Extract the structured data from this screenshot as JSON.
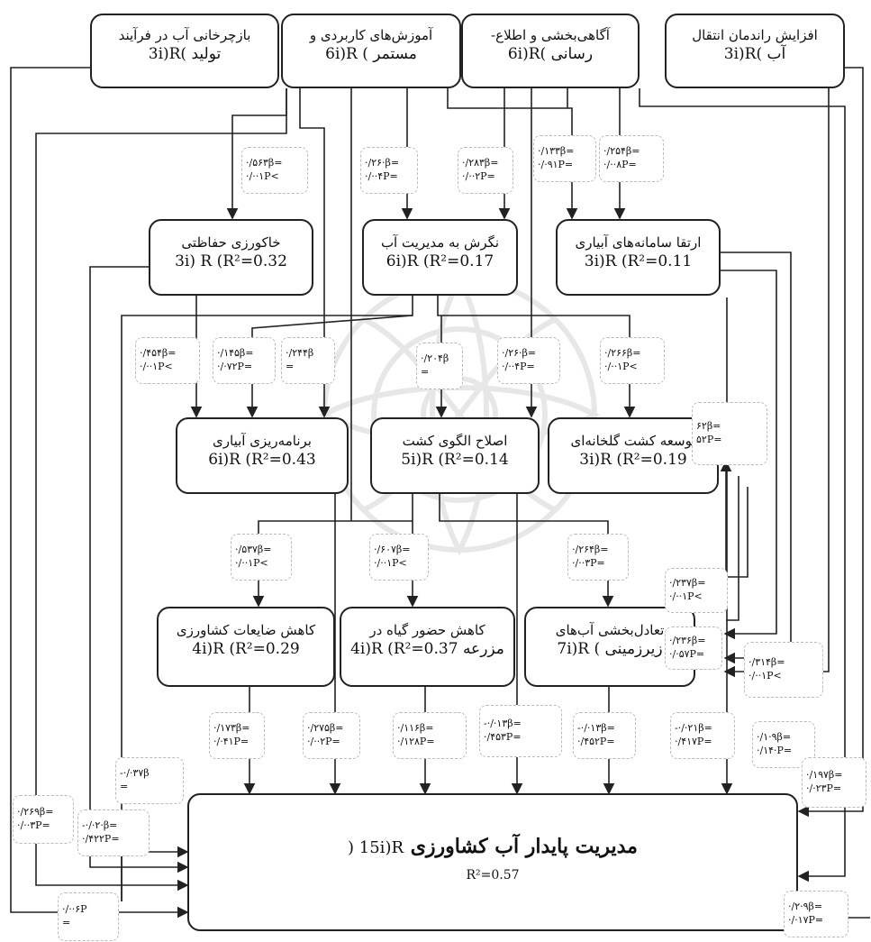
{
  "source_boxes": {
    "recycling": {
      "line1": "بازچرخانی آب در فرآیند",
      "line2": "3i)R( تولید"
    },
    "training": {
      "line1": "آموزش‌های کاربردی و",
      "line2": "6i)R ( مستمر"
    },
    "awareness": {
      "line1": "آگاهی‌بخشی و اطلاع-",
      "line2": "6i)R( رسانی"
    },
    "efficiency": {
      "line1": "افزایش راندمان انتقال",
      "line2": "3i)R( آب"
    }
  },
  "mid_boxes": {
    "conservation": {
      "line1": "خاکورزی حفاظتی",
      "line2": "3i) R (R²=0.32"
    },
    "attitude": {
      "line1": "نگرش به مدیریت آب",
      "line2": "6i)R (R²=0.17"
    },
    "irrigation_systems": {
      "line1": "ارتقا سامانه‌های آبیاری",
      "line2": "3i)R (R²=0.11"
    },
    "irrigation_planning": {
      "line1": "برنامه‌ریزی آبیاری",
      "line2": "6i)R (R²=0.43"
    },
    "cropping_pattern": {
      "line1": "اصلاح الگوی کشت",
      "line2": "5i)R (R²=0.14"
    },
    "greenhouse": {
      "line1": "توسعه کشت گلخانه‌ای",
      "line2": "3i)R (R²=0.19"
    },
    "loss_reduction": {
      "line1": "کاهش ضایعات کشاورزی",
      "line2": "4i)R (R²=0.29"
    },
    "weed_reduction": {
      "line1": "کاهش حضور گیاه در",
      "line2": "4i)R (R²=0.37 مزرعه"
    },
    "groundwater": {
      "line1": "تعادل‌بخشی آب‌های",
      "line2": "7i)R ( زیرزمینی"
    }
  },
  "final_box": {
    "line1": "مدیریت پایدار آب کشاورزی",
    "line1_code": "15i)R (",
    "line2": "R²=0.57"
  },
  "labels": [
    {
      "b": "·/۵۶۳β=",
      "p": "·/··۱P<"
    },
    {
      "b": "·/۲۶·β=",
      "p": "·/··۴P="
    },
    {
      "b": "·/۲۸۳β=",
      "p": "·/··۲P="
    },
    {
      "b": "·/۱۳۳β=",
      "p": "·/·۹۱P="
    },
    {
      "b": "·/۲۵۴β=",
      "p": "·/··۸P="
    },
    {
      "b": "·/۴۵۴β=",
      "p": "·/··۱P<"
    },
    {
      "b": "·/۱۴۵β=",
      "p": "·/·۷۲P="
    },
    {
      "b": "·/۲۴۴β",
      "p": "="
    },
    {
      "b": "·/۲۰۴β",
      "p": "="
    },
    {
      "b": "·/۲۶·β=",
      "p": "·/··۴P="
    },
    {
      "b": "·/۲۶۶β=",
      "p": "·/··۱P<"
    },
    {
      "b": "۶۲β=",
      "p": "۵۲P="
    },
    {
      "b": "·/۵۳۷β=",
      "p": "·/··۱P<"
    },
    {
      "b": "·/۶۰۷β=",
      "p": "·/··۱P<"
    },
    {
      "b": "·/۲۶۴β=",
      "p": "·/··۳P="
    },
    {
      "b": "·/۲۳۷β=",
      "p": "·/··۱P<"
    },
    {
      "b": "·/۲۳۶β=",
      "p": "·/·۵۷P="
    },
    {
      "b": "·/۳۱۴β=",
      "p": "·/··۱P<"
    },
    {
      "b": "·/۱۷۳β=",
      "p": "·/·۴۱P="
    },
    {
      "b": "·/۲۷۵β=",
      "p": "·/··۲P="
    },
    {
      "b": "·/۱۱۶β=",
      "p": "·/۱۲۸P="
    },
    {
      "b": "-·/·۱۳β=",
      "p": "·/۴۵۳P="
    },
    {
      "b": "-·/·۱۳β=",
      "p": "·/۴۵۲P="
    },
    {
      "b": "-·/·۲۱β=",
      "p": "·/۴۱۷P="
    },
    {
      "b": "·/۱·۹β=",
      "p": "·/۱۴·P="
    },
    {
      "b": "-·/·۳۷β",
      "p": "="
    },
    {
      "b": "·/۲۶۹β=",
      "p": "·/··۳P="
    },
    {
      "b": "-·/·۲·β=",
      "p": "·/۴۲۲P="
    },
    {
      "b": "·/۱۹۷β=",
      "p": "·/·۲۳P="
    },
    {
      "b": "·/··۶P",
      "p": "="
    },
    {
      "b": "·/۲·۹β=",
      "p": "·/·۱۷P="
    }
  ],
  "colors": {
    "line": "#222222",
    "box_border": "#222222",
    "label_border": "#bbbbbb"
  }
}
